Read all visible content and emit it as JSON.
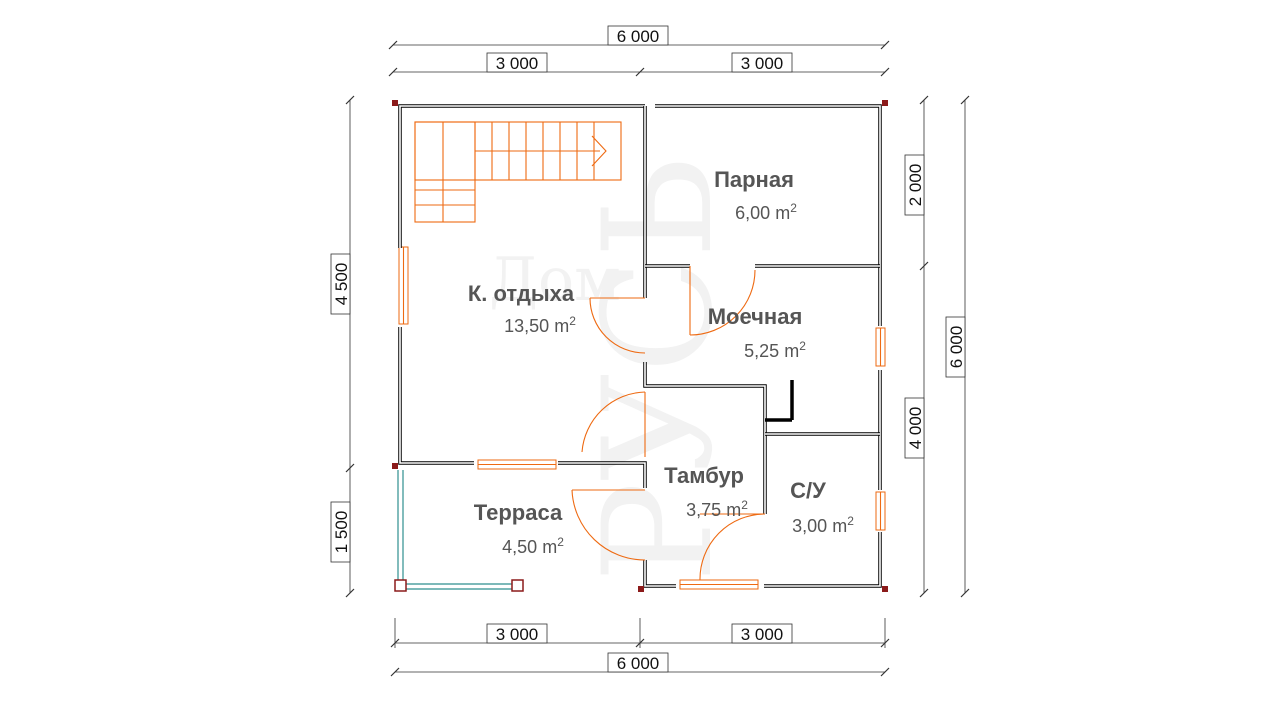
{
  "watermark": {
    "line1": "Дом",
    "line2": "РУСЬ"
  },
  "rooms": [
    {
      "name": "Парная",
      "area": "6,00",
      "unit": "m",
      "exp": "2"
    },
    {
      "name": "К. отдыха",
      "area": "13,50",
      "unit": "m",
      "exp": "2"
    },
    {
      "name": "Моечная",
      "area": "5,25",
      "unit": "m",
      "exp": "2"
    },
    {
      "name": "Тамбур",
      "area": "3,75",
      "unit": "m",
      "exp": "2"
    },
    {
      "name": "С/У",
      "area": "3,00",
      "unit": "m",
      "exp": "2"
    },
    {
      "name": "Терраса",
      "area": "4,50",
      "unit": "m",
      "exp": "2"
    }
  ],
  "dimensions": {
    "top_total": "6 000",
    "top_left": "3 000",
    "top_right": "3 000",
    "bottom_left": "3 000",
    "bottom_right": "3 000",
    "bottom_total": "6 000",
    "left_upper": "4 500",
    "left_lower": "1 500",
    "right_upper": "2 000",
    "right_lower": "4 000",
    "right_total": "6 000"
  },
  "colors": {
    "walls": "#000000",
    "openings": "#ee6a12",
    "posts": "#8b1a1a",
    "railing": "#2f8f8f",
    "labels": "#555555"
  }
}
